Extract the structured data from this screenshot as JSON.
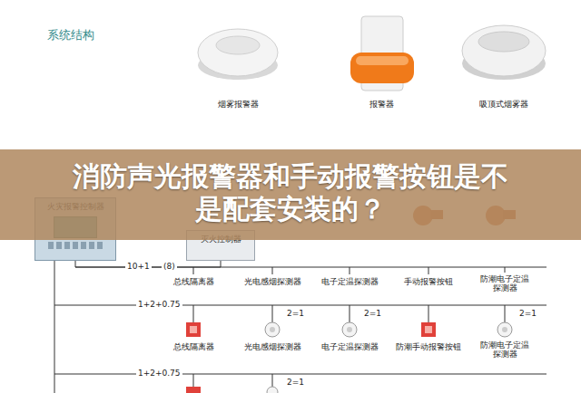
{
  "diagram": {
    "title": "消防声光报警器和手动报警按钮是不是配套安装的？",
    "nodes": [
      {
        "text": [
          "火灾报警控制器"
        ]
      },
      {
        "text": [
          "灭火控制器"
        ]
      }
    ],
    "edges": [
      {
        "from": 0,
        "to": 1,
        "arrow": "none"
      }
    ],
    "labels": [
      "系统结构",
      "烟雾报警器",
      "报警器",
      "吸顶式烟雾器",
      "10+1",
      "(8)",
      "总线隔离器",
      "光电感烟探测器",
      "电子定温探测器",
      "手动报警按钮",
      "防潮电子定温探测器",
      "1+2+0.75",
      "2=1",
      "2=1",
      "2=1",
      "总线隔离器",
      "光电感烟探测器",
      "电子定温探测器",
      "防潮手动报警按钮",
      "防潮电子定温探测器",
      "1+2+0.75",
      "2=1"
    ]
  }
}
